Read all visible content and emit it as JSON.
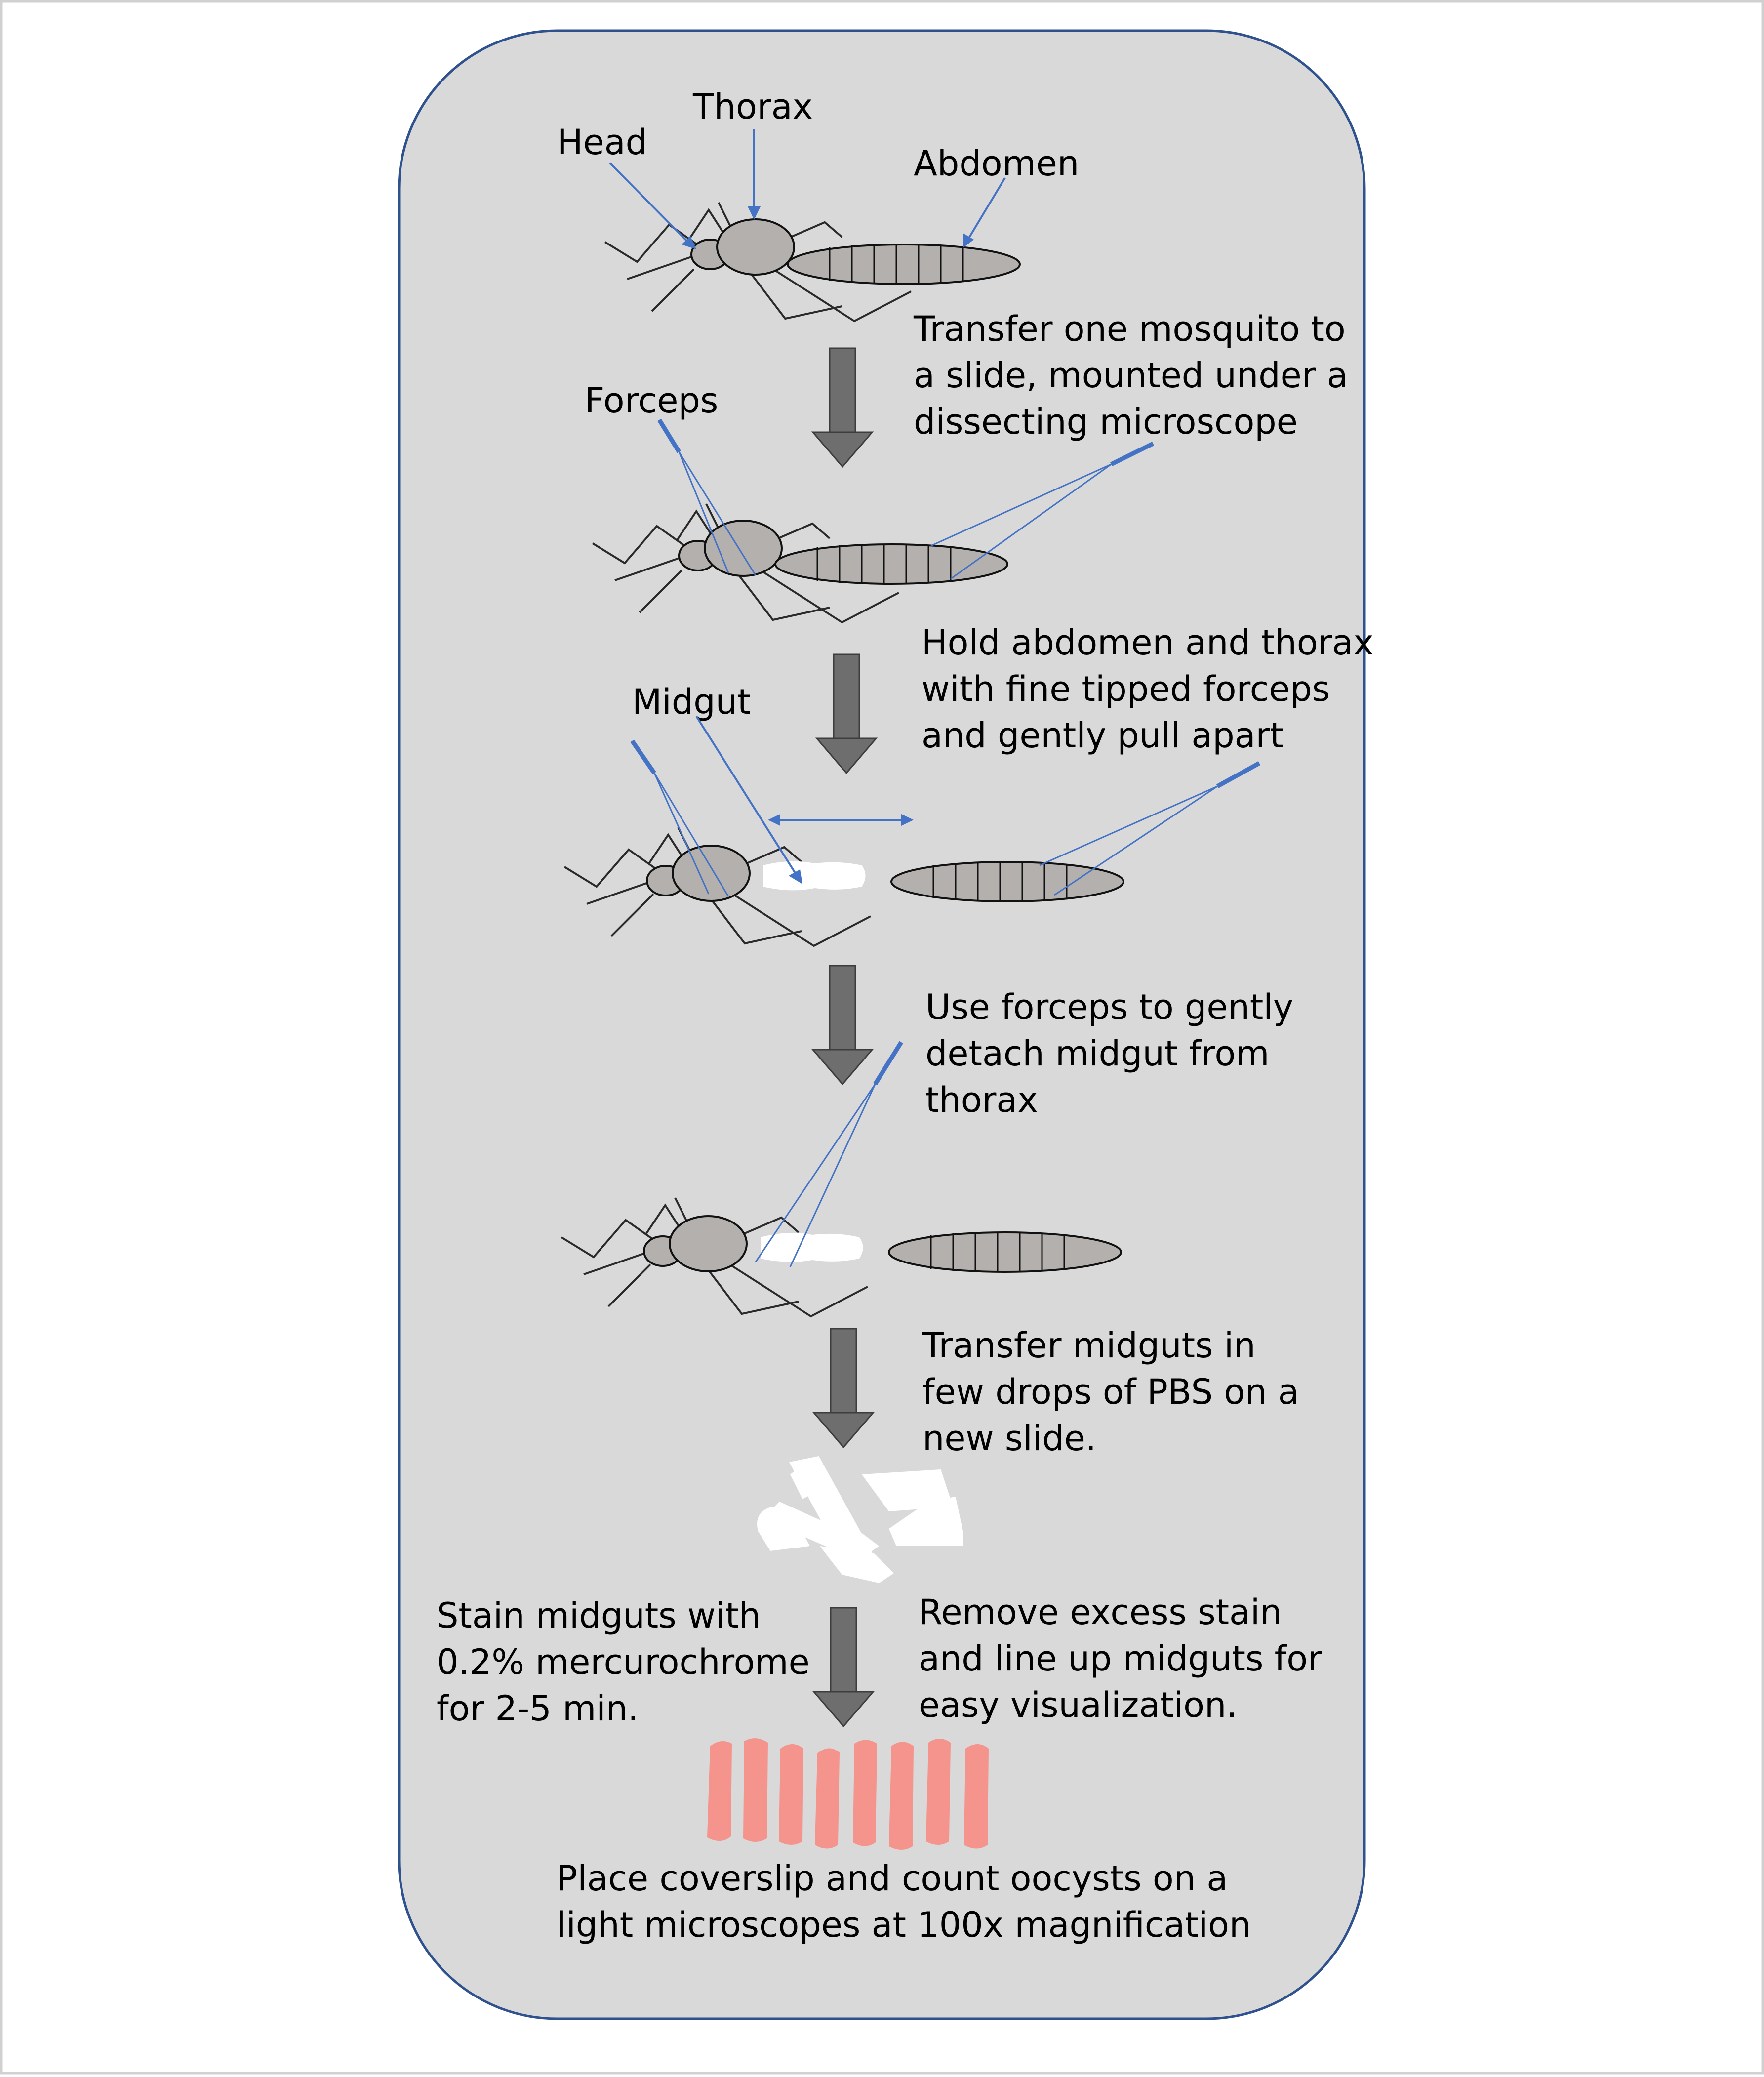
{
  "labels": {
    "head": "Head",
    "thorax": "Thorax",
    "abdomen": "Abdomen",
    "forceps": "Forceps",
    "midgut": "Midgut"
  },
  "steps": {
    "s1": [
      "Transfer one mosquito to",
      "a slide, mounted under a",
      "dissecting microscope"
    ],
    "s2": [
      "Hold abdomen and thorax",
      "with fine tipped forceps",
      "and gently pull apart"
    ],
    "s3": [
      "Use forceps to gently",
      "detach midgut from",
      "thorax"
    ],
    "s4": [
      "Transfer midguts in",
      "few drops of PBS on a",
      "new slide."
    ],
    "s5_left": [
      "Stain midguts with",
      "0.2% mercurochrome",
      "for 2-5 min."
    ],
    "s5_right": [
      "Remove excess stain",
      "and line up midguts for",
      "easy visualization."
    ],
    "s6": [
      "Place coverslip and count oocysts on a",
      "light microscopes at 100x magnification"
    ]
  },
  "colors": {
    "panel": "#d9d9d9",
    "panel_border": "#2f528f",
    "arrow": "#6e6e6e",
    "pointer": "#4472c4",
    "body": "#b4b0ad",
    "stained_midgut": "#f4948c"
  }
}
